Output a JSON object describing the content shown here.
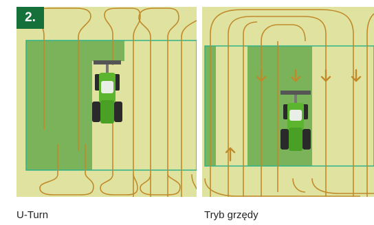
{
  "badge": {
    "text": "2."
  },
  "captions": {
    "left": "U-Turn",
    "right": "Tryb grzędy"
  },
  "colors": {
    "background": "#dfe39f",
    "field_worked": "#7ab35a",
    "field_outline": "#2fb18a",
    "path": "#c08a2a",
    "badge": "#16703a",
    "tractor": "#5bb52f"
  },
  "icons": [
    "tractor-icon",
    "direction-arrow-icon"
  ]
}
